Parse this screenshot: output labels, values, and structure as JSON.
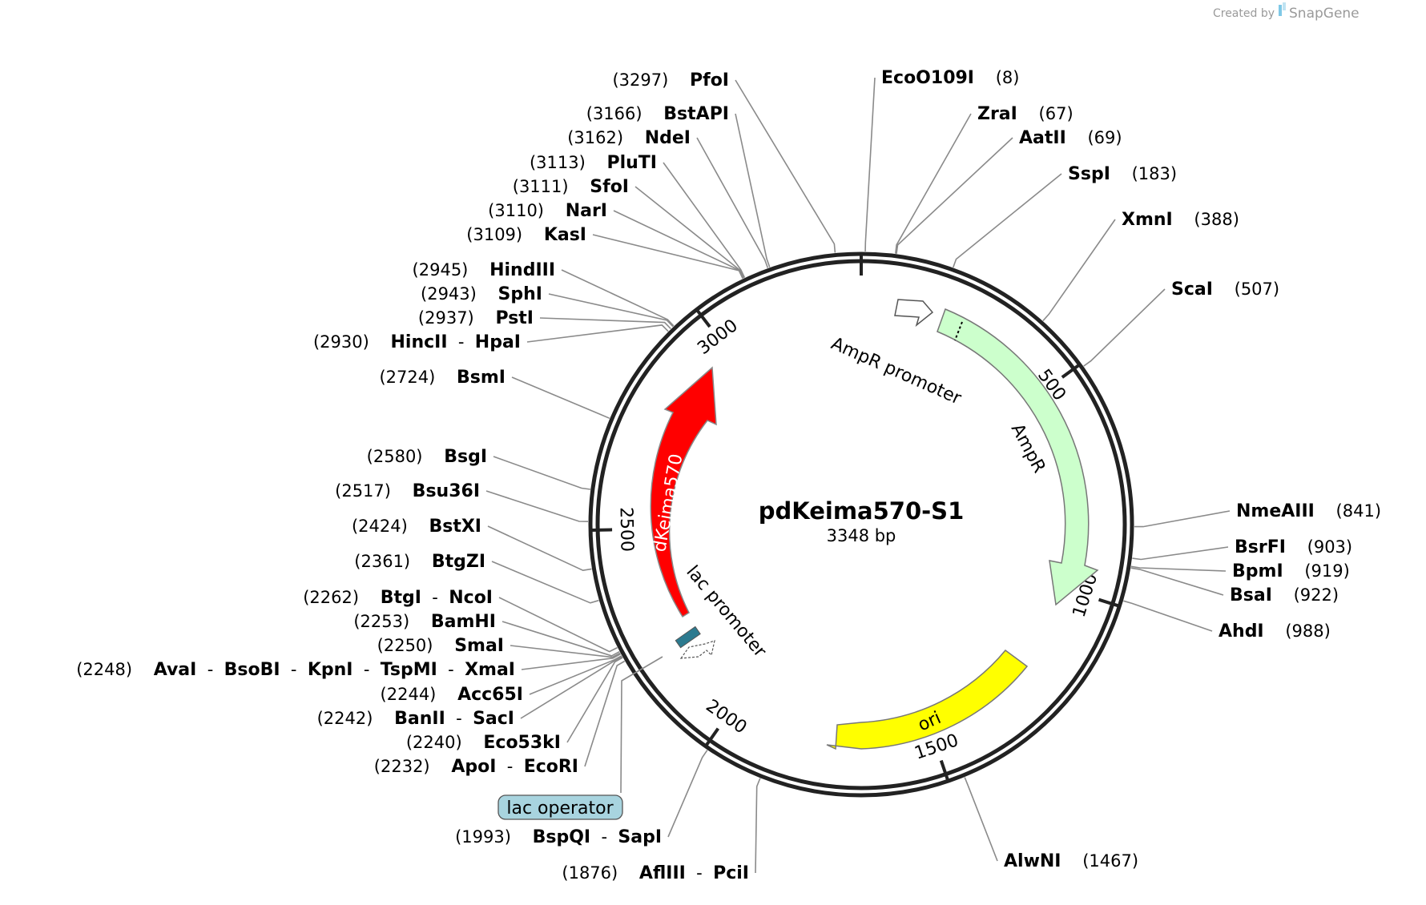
{
  "credit": {
    "prefix": "Created by",
    "brand": "SnapGene"
  },
  "plasmid": {
    "name": "pdKeima570-S1",
    "size": "3348 bp"
  },
  "ticks": [
    {
      "label": "500",
      "bp": 500
    },
    {
      "label": "1000",
      "bp": 1000
    },
    {
      "label": "1500",
      "bp": 1500
    },
    {
      "label": "2000",
      "bp": 2000
    },
    {
      "label": "2500",
      "bp": 2500
    },
    {
      "label": "3000",
      "bp": 3000
    }
  ],
  "features": [
    {
      "name": "AmpR promoter",
      "color": "#ffffff"
    },
    {
      "name": "AmpR",
      "color": "#ccffcc"
    },
    {
      "name": "ori",
      "color": "#ffff00"
    },
    {
      "name": "dKeima570",
      "color": "#ff0000"
    },
    {
      "name": "lac promoter",
      "color": "#ffffff"
    },
    {
      "name": "lac operator",
      "color": "#a8d4df"
    }
  ],
  "sites": [
    {
      "pos": "(3297)",
      "names": [
        "PfoI"
      ],
      "bp": 3297
    },
    {
      "pos": "(8)",
      "names": [
        "EcoO109I"
      ],
      "bp": 8
    },
    {
      "pos": "(67)",
      "names": [
        "ZraI"
      ],
      "bp": 67
    },
    {
      "pos": "(69)",
      "names": [
        "AatII"
      ],
      "bp": 69
    },
    {
      "pos": "(183)",
      "names": [
        "SspI"
      ],
      "bp": 183
    },
    {
      "pos": "(388)",
      "names": [
        "XmnI"
      ],
      "bp": 388
    },
    {
      "pos": "(507)",
      "names": [
        "ScaI"
      ],
      "bp": 507
    },
    {
      "pos": "(841)",
      "names": [
        "NmeAIII"
      ],
      "bp": 841
    },
    {
      "pos": "(903)",
      "names": [
        "BsrFI"
      ],
      "bp": 903
    },
    {
      "pos": "(919)",
      "names": [
        "BpmI"
      ],
      "bp": 919
    },
    {
      "pos": "(922)",
      "names": [
        "BsaI"
      ],
      "bp": 922
    },
    {
      "pos": "(988)",
      "names": [
        "AhdI"
      ],
      "bp": 988
    },
    {
      "pos": "(1467)",
      "names": [
        "AlwNI"
      ],
      "bp": 1467
    },
    {
      "pos": "(1876)",
      "names": [
        "AflIII",
        "PciI"
      ],
      "bp": 1876
    },
    {
      "pos": "(1993)",
      "names": [
        "BspQI",
        "SapI"
      ],
      "bp": 1993
    },
    {
      "pos": "(2232)",
      "names": [
        "ApoI",
        "EcoRI"
      ],
      "bp": 2232
    },
    {
      "pos": "(2240)",
      "names": [
        "Eco53kI"
      ],
      "bp": 2240
    },
    {
      "pos": "(2242)",
      "names": [
        "BanII",
        "SacI"
      ],
      "bp": 2242
    },
    {
      "pos": "(2244)",
      "names": [
        "Acc65I"
      ],
      "bp": 2244
    },
    {
      "pos": "(2248)",
      "names": [
        "AvaI",
        "BsoBI",
        "KpnI",
        "TspMI",
        "XmaI"
      ],
      "bp": 2248
    },
    {
      "pos": "(2250)",
      "names": [
        "SmaI"
      ],
      "bp": 2250
    },
    {
      "pos": "(2253)",
      "names": [
        "BamHI"
      ],
      "bp": 2253
    },
    {
      "pos": "(2262)",
      "names": [
        "BtgI",
        "NcoI"
      ],
      "bp": 2262
    },
    {
      "pos": "(2361)",
      "names": [
        "BtgZI"
      ],
      "bp": 2361
    },
    {
      "pos": "(2424)",
      "names": [
        "BstXI"
      ],
      "bp": 2424
    },
    {
      "pos": "(2517)",
      "names": [
        "Bsu36I"
      ],
      "bp": 2517
    },
    {
      "pos": "(2580)",
      "names": [
        "BsgI"
      ],
      "bp": 2580
    },
    {
      "pos": "(2724)",
      "names": [
        "BsmI"
      ],
      "bp": 2724
    },
    {
      "pos": "(2930)",
      "names": [
        "HincII",
        "HpaI"
      ],
      "bp": 2930
    },
    {
      "pos": "(2937)",
      "names": [
        "PstI"
      ],
      "bp": 2937
    },
    {
      "pos": "(2943)",
      "names": [
        "SphI"
      ],
      "bp": 2943
    },
    {
      "pos": "(2945)",
      "names": [
        "HindIII"
      ],
      "bp": 2945
    },
    {
      "pos": "(3109)",
      "names": [
        "KasI"
      ],
      "bp": 3109
    },
    {
      "pos": "(3110)",
      "names": [
        "NarI"
      ],
      "bp": 3110
    },
    {
      "pos": "(3111)",
      "names": [
        "SfoI"
      ],
      "bp": 3111
    },
    {
      "pos": "(3113)",
      "names": [
        "PluTI"
      ],
      "bp": 3113
    },
    {
      "pos": "(3162)",
      "names": [
        "NdeI"
      ],
      "bp": 3162
    },
    {
      "pos": "(3166)",
      "names": [
        "BstAPI"
      ],
      "bp": 3166
    }
  ]
}
